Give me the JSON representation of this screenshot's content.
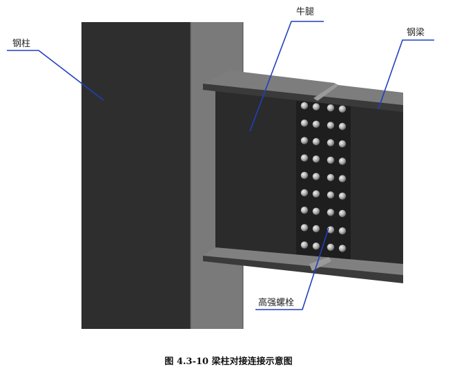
{
  "labels": {
    "column": "钢柱",
    "corbel": "牛腿",
    "beam": "钢梁",
    "bolts": "高强螺栓"
  },
  "caption": "图 4.3-10 梁柱对接连接示意图",
  "bolts": {
    "rows": 9,
    "columns": 4
  },
  "colors": {
    "leader": "#1f3fbf",
    "steel_dark": "#2e2e2e",
    "steel_light": "#7a7a7a"
  }
}
